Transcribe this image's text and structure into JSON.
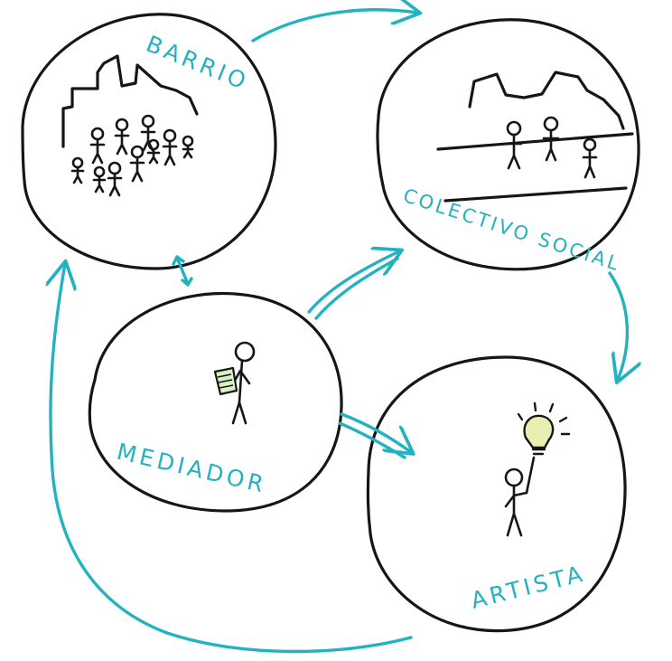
{
  "nodes": {
    "barrio": {
      "label": "BARRIO"
    },
    "colectivo": {
      "label": "COLECTIVO SOCIAL"
    },
    "mediador": {
      "label": "MEDIADOR"
    },
    "artista": {
      "label": "ARTISTA"
    }
  },
  "colors": {
    "accent": "#22b2c0",
    "ink": "#161616",
    "bulb": "#e9efb0"
  }
}
